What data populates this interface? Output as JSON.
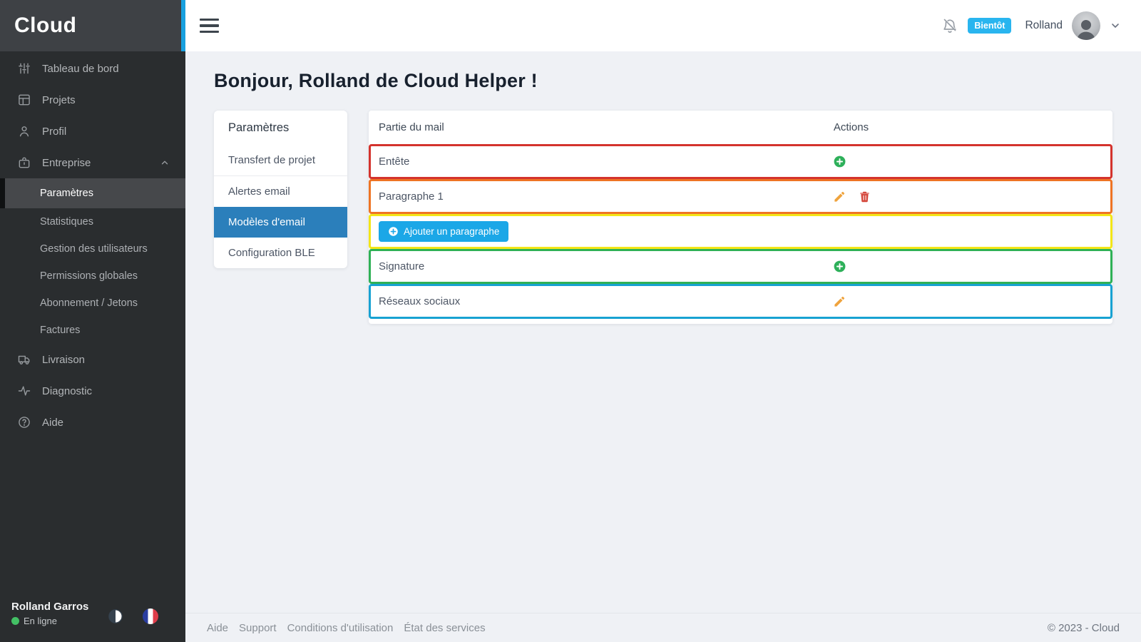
{
  "app": {
    "logo": "Cloud"
  },
  "topbar": {
    "badge": "Bientôt",
    "username": "Rolland",
    "icons": {
      "menu": "hamburger-icon",
      "notifications": "bell-off-icon",
      "profile_chevron": "chevron-down-icon"
    }
  },
  "sidebar": {
    "items": [
      {
        "label": "Tableau de bord",
        "icon": "sliders-icon"
      },
      {
        "label": "Projets",
        "icon": "layout-icon"
      },
      {
        "label": "Profil",
        "icon": "user-icon"
      },
      {
        "label": "Entreprise",
        "icon": "briefcase-icon",
        "expanded": true
      },
      {
        "label": "Paramètres",
        "sub": true,
        "active": true
      },
      {
        "label": "Statistiques",
        "sub": true
      },
      {
        "label": "Gestion des utilisateurs",
        "sub": true
      },
      {
        "label": "Permissions globales",
        "sub": true
      },
      {
        "label": "Abonnement / Jetons",
        "sub": true
      },
      {
        "label": "Factures",
        "sub": true
      },
      {
        "label": "Livraison",
        "icon": "truck-icon"
      },
      {
        "label": "Diagnostic",
        "icon": "activity-icon"
      },
      {
        "label": "Aide",
        "icon": "help-circle-icon"
      }
    ],
    "footer": {
      "name": "Rolland Garros",
      "status": "En ligne",
      "icons": {
        "theme": "theme-toggle-icon",
        "language": "french-flag-icon"
      }
    }
  },
  "main": {
    "greeting": "Bonjour, Rolland de Cloud Helper !",
    "settings_panel": {
      "title": "Paramètres",
      "items": [
        {
          "label": "Transfert de projet"
        },
        {
          "label": "Alertes email"
        },
        {
          "label": "Modèles d'email",
          "active": true
        },
        {
          "label": "Configuration BLE"
        }
      ]
    },
    "table": {
      "columns": {
        "part": "Partie du mail",
        "actions": "Actions"
      },
      "add_button_label": "Ajouter un paragraphe",
      "rows": [
        {
          "label": "Entête",
          "border_color": "#d4332d",
          "style": "border-color:#d4332d",
          "actions": [
            "add"
          ]
        },
        {
          "label": "Paragraphe 1",
          "border_color": "#ee7424",
          "style": "border-color:#ee7424",
          "actions": [
            "edit",
            "delete"
          ]
        },
        {
          "label": "",
          "border_color": "#f3e618",
          "style": "border-color:#f3e618",
          "actions": [],
          "has_button": true
        },
        {
          "label": "Signature",
          "border_color": "#2fb156",
          "style": "border-color:#2fb156",
          "actions": [
            "add"
          ]
        },
        {
          "label": "Réseaux sociaux",
          "border_color": "#18a2d2",
          "style": "border-color:#18a2d2",
          "actions": [
            "edit"
          ]
        }
      ]
    }
  },
  "footer": {
    "links": [
      {
        "label": "Aide"
      },
      {
        "label": "Support"
      },
      {
        "label": "Conditions d'utilisation"
      },
      {
        "label": "État des services"
      }
    ],
    "copyright": "© 2023 - Cloud"
  },
  "colors": {
    "accent_strip": "#18a0df",
    "badge_blue": "#29b5ef",
    "active_item_blue": "#2b7fbb",
    "button_blue": "#1ba7e7",
    "status_green": "#43c065",
    "action_add_green": "#2eb05a",
    "action_edit_orange": "#efa33d",
    "action_delete_red": "#d5483c"
  }
}
